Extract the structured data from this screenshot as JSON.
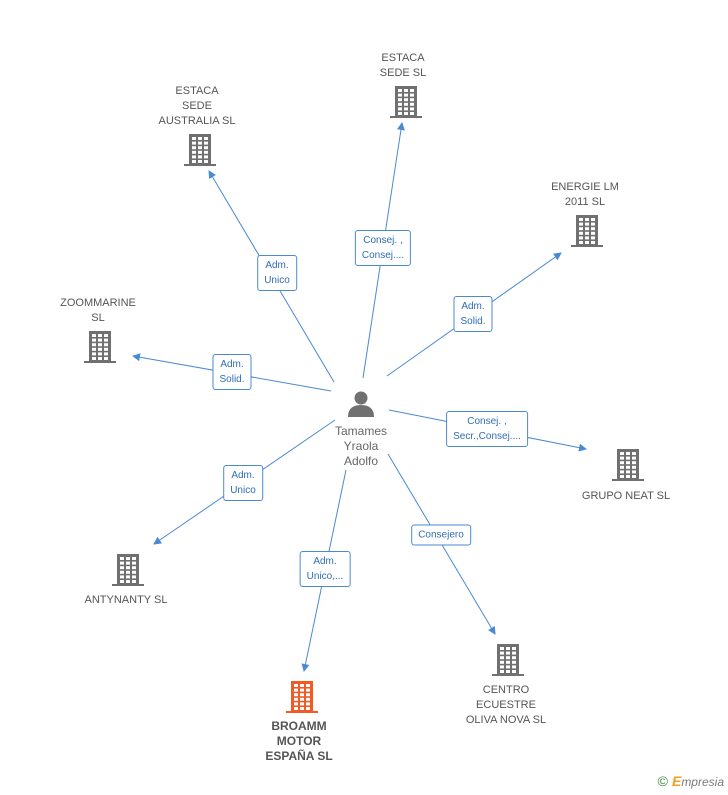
{
  "colors": {
    "edge": "#4a8ad0",
    "company_icon": "#707070",
    "highlight_icon": "#f15a24",
    "role_text": "#2f6db5"
  },
  "person": {
    "name": "Tamames\nYraola\nAdolfo",
    "icon": "person-icon"
  },
  "companies": [
    {
      "id": "estaca-sede-australia",
      "name": "ESTACA\nSEDE\nAUSTRALIA  SL",
      "label_pos": "above",
      "highlight": false
    },
    {
      "id": "estaca-sede",
      "name": "ESTACA\nSEDE  SL",
      "label_pos": "above",
      "highlight": false
    },
    {
      "id": "energie-lm",
      "name": "ENERGIE LM\n2011 SL",
      "label_pos": "above",
      "highlight": false
    },
    {
      "id": "zoommarine",
      "name": "ZOOMMARINE\nSL",
      "label_pos": "above",
      "highlight": false
    },
    {
      "id": "grupo-neat",
      "name": "GRUPO NEAT  SL",
      "label_pos": "below",
      "highlight": false
    },
    {
      "id": "antynanty",
      "name": "ANTYNANTY SL",
      "label_pos": "below",
      "highlight": false
    },
    {
      "id": "broamm",
      "name": "BROAMM\nMOTOR\nESPAÑA SL",
      "label_pos": "below",
      "highlight": true
    },
    {
      "id": "centro-ecuestre",
      "name": "CENTRO\nECUESTRE\nOLIVA NOVA SL",
      "label_pos": "below",
      "highlight": false
    }
  ],
  "relations": [
    {
      "target": "estaca-sede-australia",
      "role": "Adm.\nUnico"
    },
    {
      "target": "estaca-sede",
      "role": "Consej. ,\nConsej...."
    },
    {
      "target": "energie-lm",
      "role": "Adm.\nSolid."
    },
    {
      "target": "zoommarine",
      "role": "Adm.\nSolid."
    },
    {
      "target": "grupo-neat",
      "role": "Consej. ,\nSecr.,Consej...."
    },
    {
      "target": "antynanty",
      "role": "Adm.\nUnico"
    },
    {
      "target": "broamm",
      "role": "Adm.\nUnico,..."
    },
    {
      "target": "centro-ecuestre",
      "role": "Consejero"
    }
  ],
  "footer": {
    "copyright": "©",
    "brand_initial": "E",
    "brand_rest": "mpresia"
  }
}
